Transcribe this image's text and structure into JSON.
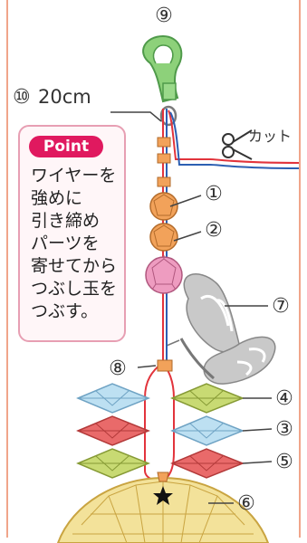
{
  "labels": {
    "n1": "①",
    "n2": "②",
    "n3": "③",
    "n4": "④",
    "n5": "⑤",
    "n6": "⑥",
    "n7": "⑦",
    "n8": "⑧",
    "n9": "⑨",
    "n10": "⑩",
    "length": "20cm",
    "cut": "カット"
  },
  "point": {
    "badge": "Point",
    "lines": [
      "ワイヤーを",
      "強めに",
      "引き締め",
      "パーツを",
      "寄せてから",
      "つぶし玉を",
      "つぶす。"
    ]
  },
  "colors": {
    "wire_red": "#e2343c",
    "wire_blue": "#2c5fb2",
    "clasp_green": "#8dd17a",
    "bead_orange": "#f2a25a",
    "bead_pink": "#ee9cc0",
    "crystal_blue": "#bde0f2",
    "crystal_red": "#e96a6a",
    "crystal_green": "#c8da73",
    "ball_yellow": "#f3e29a",
    "butterfly_gray": "#c9c9c9",
    "point_magenta": "#e0195f"
  },
  "icons": [
    "scissors-icon",
    "star-icon"
  ]
}
